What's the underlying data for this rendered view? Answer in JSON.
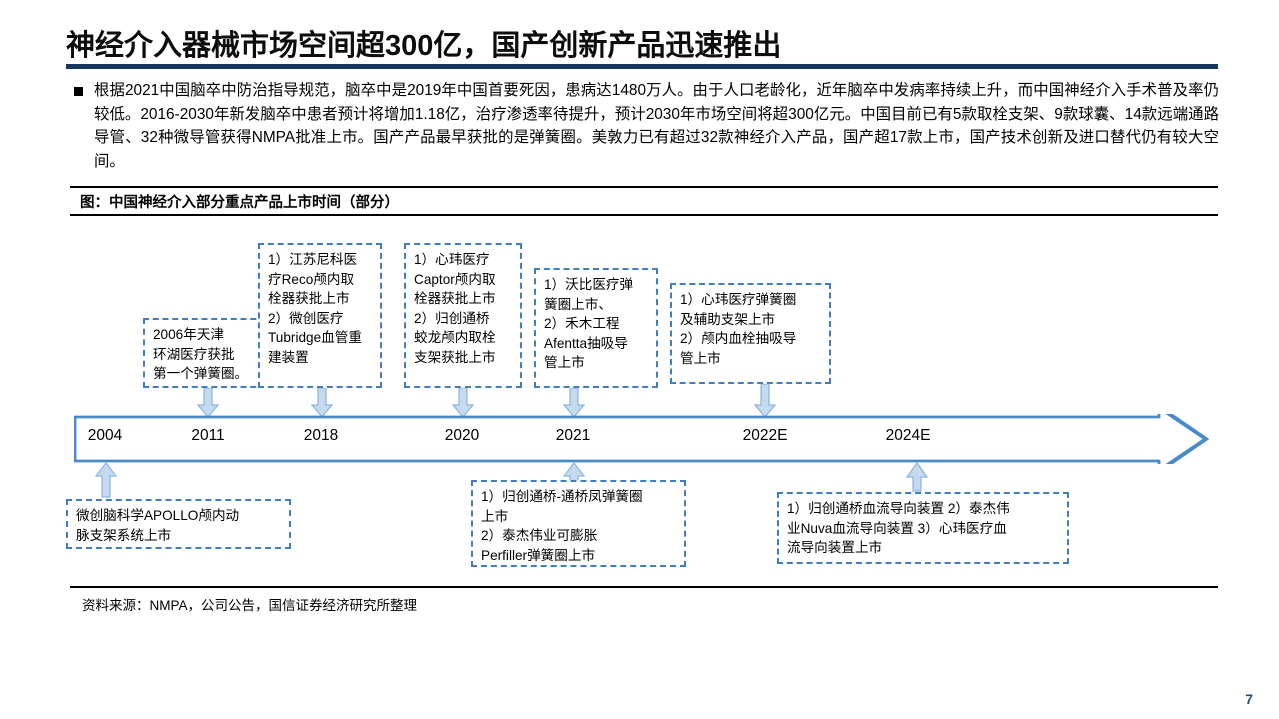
{
  "page": {
    "number": "7"
  },
  "header": {
    "title": "神经介入器械市场空间超300亿，国产创新产品迅速推出",
    "rule_color": "#17375e"
  },
  "bullet": {
    "text": "根据2021中国脑卒中防治指导规范，脑卒中是2019年中国首要死因，患病达1480万人。由于人口老龄化，近年脑卒中发病率持续上升，而中国神经介入手术普及率仍较低。2016-2030年新发脑卒中患者预计将增加1.18亿，治疗渗透率待提升，预计2030年市场空间将超300亿元。中国目前已有5款取栓支架、9款球囊、14款远端通路导管、32种微导管获得NMPA批准上市。国产产品最早获批的是弹簧圈。美敦力已有超过32款神经介入产品，国产超17款上市，国产技术创新及进口替代仍有较大空间。"
  },
  "figure": {
    "title": "图：中国神经介入部分重点产品上市时间（部分）",
    "source": "资料来源：NMPA，公司公告，国信证券经济研究所整理",
    "accent": "#3f7fc1",
    "fill": "#c5daee"
  },
  "chart_data": {
    "type": "timeline",
    "title": "图：中国神经介入部分重点产品上市时间（部分）",
    "axis_years": [
      "2004",
      "2011",
      "2018",
      "2020",
      "2021",
      "2022E",
      "2024E"
    ],
    "events_above": [
      {
        "year": "2011",
        "lines": [
          "2006年天津",
          "环湖医疗获批",
          "第一个弹簧圈。"
        ]
      },
      {
        "year": "2018",
        "lines": [
          "1）江苏尼科医",
          "疗Reco颅内取",
          "栓器获批上市",
          "2）微创医疗",
          "Tubridge血管重",
          "建装置"
        ]
      },
      {
        "year": "2020",
        "lines": [
          "1）心玮医疗",
          "Captor颅内取",
          "栓器获批上市",
          "2）归创通桥",
          "蛟龙颅内取栓",
          "支架获批上市"
        ]
      },
      {
        "year": "2021",
        "lines": [
          "1）沃比医疗弹",
          "簧圈上市、",
          "2）禾木工程",
          "Afentta抽吸导",
          "管上市"
        ]
      },
      {
        "year": "2022E",
        "lines": [
          "1）心玮医疗弹簧圈",
          "及辅助支架上市",
          "2）颅内血栓抽吸导",
          "管上市"
        ]
      }
    ],
    "events_below": [
      {
        "year": "2004",
        "lines": [
          "微创脑科学APOLLO颅内动",
          "脉支架系统上市"
        ]
      },
      {
        "year": "2021",
        "lines": [
          "1）归创通桥-通桥凤弹簧圈",
          "上市",
          "2）泰杰伟业可膨胀",
          "Perfiller弹簧圈上市"
        ]
      },
      {
        "year": "2024E",
        "lines": [
          "1）归创通桥血流导向装置 2）泰杰伟",
          "业Nuva血流导向装置 3）心玮医疗血",
          "流导向装置上市"
        ]
      }
    ]
  }
}
